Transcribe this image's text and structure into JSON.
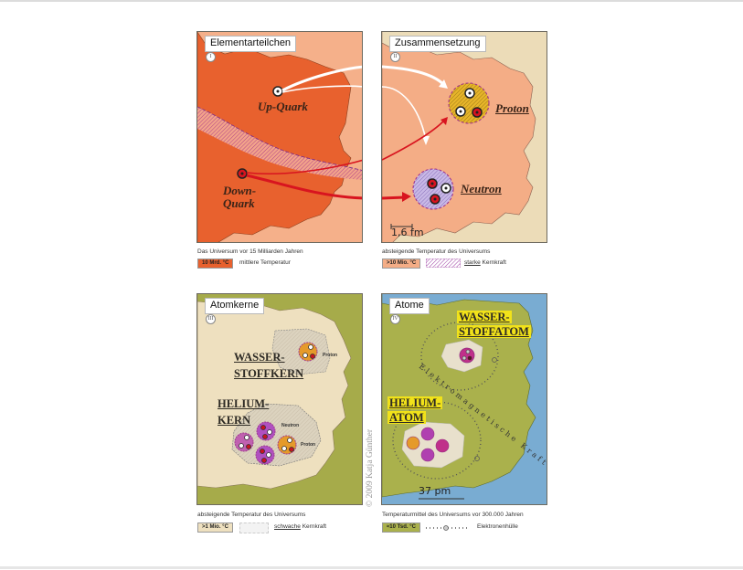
{
  "panels": [
    {
      "numeral": "I",
      "title": "Elementarteilchen",
      "labels": {
        "up": "Up-Quark",
        "down_1": "Down-",
        "down_2": "Quark"
      },
      "caption": "Das Universum vor 15 Milliarden Jahren",
      "badge": "10 Mrd. °C",
      "legend": "mittlere Temperatur",
      "colors": {
        "bg": "#f5b08a",
        "land": "#e8612e",
        "badge": "#e8612e"
      }
    },
    {
      "numeral": "II",
      "title": "Zusammensetzung",
      "labels": {
        "proton": "Proton",
        "neutron": "Neutron"
      },
      "scale": "1,6 fm",
      "caption": "absteigende Temperatur des Universums",
      "badge": ">10 Mio. °C",
      "legend_underlined": "starke",
      "legend": " Kernkraft",
      "colors": {
        "bg": "#ecdcb8",
        "land": "#f4ad86",
        "badge": "#f4ad86"
      }
    },
    {
      "numeral": "III",
      "title": "Atomkerne",
      "labels": {
        "h_1": "WASSER-",
        "h_2": "STOFFKERN",
        "he_1": "HELIUM-",
        "he_2": "KERN",
        "proton_small": "Proton",
        "neutron_small": "Neutron",
        "proton_small_2": "Proton"
      },
      "caption": "absteigende Temperatur des Universums",
      "badge": ">1 Mio. °C",
      "legend_underlined": "schwache",
      "legend": " Kernkraft",
      "colors": {
        "bg": "#a6ab4a",
        "land": "#eee0bf",
        "badge": "#eee0bf"
      }
    },
    {
      "numeral": "IV",
      "title": "Atome",
      "labels": {
        "h_1": "WASSER-",
        "h_2": "STOFFATOM",
        "he_1": "HELIUM-",
        "he_2": "ATOM",
        "force": "Elektromagnetische Kraft"
      },
      "scale": "37 pm",
      "caption": "Temperaturmittel des Universums vor 300.000 Jahren",
      "badge": "≈10 Tsd. °C",
      "legend": "Elektronenhülle",
      "colors": {
        "bg": "#79acd2",
        "land": "#aab14c",
        "badge": "#aab14c",
        "highlight": "#f1e21a"
      }
    }
  ],
  "copyright": "© 2009 Katja Günther"
}
